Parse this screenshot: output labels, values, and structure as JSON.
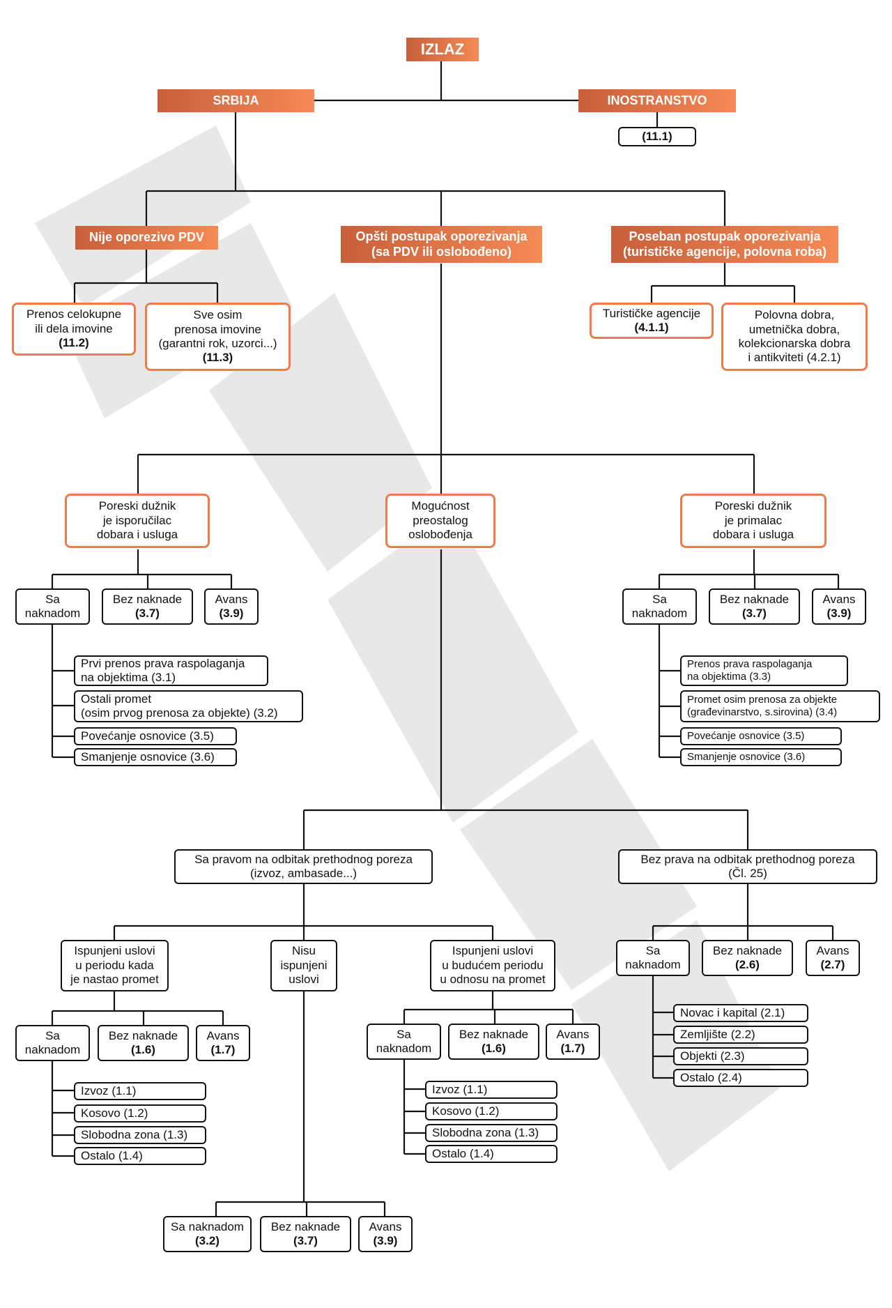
{
  "diagram": {
    "root": "IZLAZ",
    "srbija": "SRBIJA",
    "inostranstvo": "INOSTRANSTVO",
    "inostranstvo_ref": "(11.1)",
    "nije_oporezivo": "Nije oporezivo PDV",
    "opsti_1": "Opšti postupak oporezivanja",
    "opsti_2": "(sa PDV ili oslobođeno)",
    "poseban_1": "Poseban postupak oporezivanja",
    "poseban_2": "(turističke agencije, polovna roba)",
    "prenos_celokupne": [
      "Prenos celokupne",
      "ili dela imovine",
      "(11.2)"
    ],
    "sve_osim": [
      "Sve osim",
      "prenosa imovine",
      "(garantni rok, uzorci...)",
      "(11.3)"
    ],
    "turisticke": [
      "Turističke agencije",
      "(4.1.1)"
    ],
    "polovna": [
      "Polovna dobra,",
      "umetnička dobra,",
      "kolekcionarska dobra",
      "i antikviteti (4.2.1)"
    ],
    "poreski_isporucilac": [
      "Poreski dužnik",
      "je isporučilac",
      "dobara i usluga"
    ],
    "mogucnost": [
      "Mogućnost",
      "preostalog",
      "oslobođenja"
    ],
    "poreski_primalac": [
      "Poreski dužnik",
      "je primalac",
      "dobara i usluga"
    ],
    "left_sa": [
      "Sa",
      "naknadom"
    ],
    "left_bez": [
      "Bez naknade",
      "(3.7)"
    ],
    "left_avans": [
      "Avans",
      "(3.9)"
    ],
    "left_list": [
      [
        "Prvi prenos prava raspolaganja",
        "na objektima (3.1)"
      ],
      [
        "Ostali promet",
        "(osim prvog prenosa za objekte) (3.2)"
      ],
      [
        "Povećanje osnovice (3.5)"
      ],
      [
        "Smanjenje osnovice (3.6)"
      ]
    ],
    "right_sa": [
      "Sa",
      "naknadom"
    ],
    "right_bez": [
      "Bez naknade",
      "(3.7)"
    ],
    "right_avans": [
      "Avans",
      "(3.9)"
    ],
    "right_list": [
      [
        "Prenos prava raspolaganja",
        "na objektima (3.3)"
      ],
      [
        "Promet osim prenosa za objekte",
        "(građevinarstvo, s.sirovina) (3.4)"
      ],
      [
        "Povećanje osnovice (3.5)"
      ],
      [
        "Smanjenje osnovice (3.6)"
      ]
    ],
    "sa_pravom": [
      "Sa pravom na odbitak prethodnog poreza",
      "(izvoz, ambasade...)"
    ],
    "bez_prava": [
      "Bez prava na odbitak prethodnog poreza",
      "(Čl. 25)"
    ],
    "ispunjeni_nastao": [
      "Ispunjeni uslovi",
      "u periodu kada",
      "je nastao promet"
    ],
    "nisu_ispunjeni": [
      "Nisu",
      "ispunjeni",
      "uslovi"
    ],
    "ispunjeni_buducem": [
      "Ispunjeni uslovi",
      "u budućem periodu",
      "u odnosu na promet"
    ],
    "bp_sa": [
      "Sa",
      "naknadom"
    ],
    "bp_bez": [
      "Bez naknade",
      "(2.6)"
    ],
    "bp_avans": [
      "Avans",
      "(2.7)"
    ],
    "bp_list": [
      [
        "Novac i kapital (2.1)"
      ],
      [
        "Zemljište (2.2)"
      ],
      [
        "Objekti (2.3)"
      ],
      [
        "Ostalo (2.4)"
      ]
    ],
    "a_sa": [
      "Sa",
      "naknadom"
    ],
    "a_bez": [
      "Bez naknade",
      "(1.6)"
    ],
    "a_avans": [
      "Avans",
      "(1.7)"
    ],
    "a_list": [
      [
        "Izvoz (1.1)"
      ],
      [
        "Kosovo (1.2)"
      ],
      [
        "Slobodna zona (1.3)"
      ],
      [
        "Ostalo (1.4)"
      ]
    ],
    "c_sa": [
      "Sa",
      "naknadom"
    ],
    "c_bez": [
      "Bez naknade",
      "(1.6)"
    ],
    "c_avans": [
      "Avans",
      "(1.7)"
    ],
    "c_list": [
      [
        "Izvoz (1.1)"
      ],
      [
        "Kosovo (1.2)"
      ],
      [
        "Slobodna zona (1.3)"
      ],
      [
        "Ostalo (1.4)"
      ]
    ],
    "n_sa": [
      "Sa naknadom",
      "(3.2)"
    ],
    "n_bez": [
      "Bez naknade",
      "(3.7)"
    ],
    "n_avans": [
      "Avans",
      "(3.9)"
    ]
  },
  "colors": {
    "accent": "#ef7b4d",
    "header_start": "#c85f3a",
    "header_end": "#f58a55",
    "line": "#111111",
    "watermark": "#e6e6e6"
  }
}
